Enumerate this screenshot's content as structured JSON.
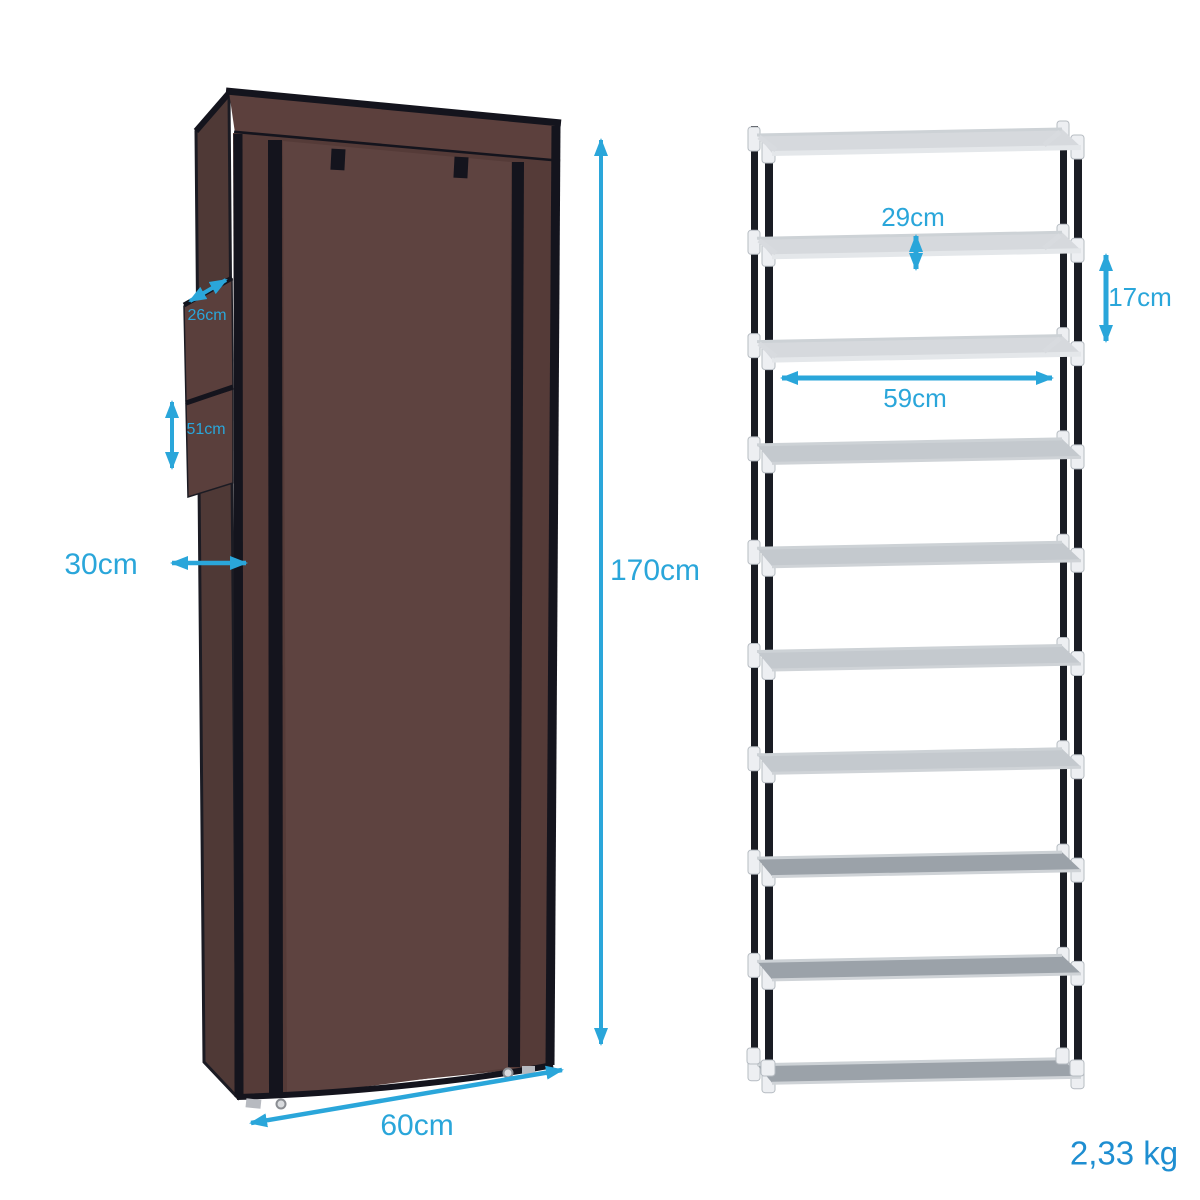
{
  "page": {
    "background_color": "#ffffff"
  },
  "accent": {
    "dimension_color": "#2aa6da",
    "weight_color": "#1e8ed1"
  },
  "wardrobe": {
    "cover_color": "#5d4240",
    "trim_color": "#14141d",
    "labels": {
      "depth": "30cm",
      "height": "170cm",
      "width": "60cm",
      "upper_pocket": "26cm",
      "lower_pocket": "51cm"
    }
  },
  "rack": {
    "tiers": 10,
    "pole_color": "#1a1d24",
    "labels": {
      "shelf_depth": "29cm",
      "tier_height": "17cm",
      "shelf_width": "59cm"
    }
  },
  "weight_label": "2,33 kg"
}
